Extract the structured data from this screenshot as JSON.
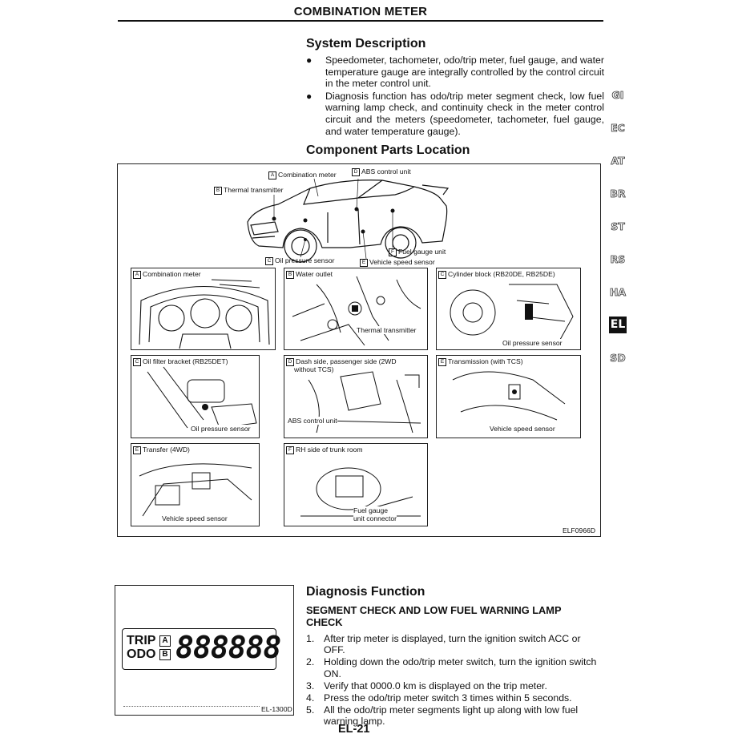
{
  "header": {
    "title": "COMBINATION METER"
  },
  "system_description": {
    "heading": "System Description",
    "bullets": [
      "Speedometer, tachometer, odo/trip meter, fuel gauge, and water temperature gauge are integrally controlled by the control circuit in the meter control unit.",
      "Diagnosis function has odo/trip meter segment check, low fuel warning lamp check, and continuity check in the meter control circuit and the meters (speedometer, tachometer, fuel gauge, and water temperature gauge)."
    ]
  },
  "side_tabs": [
    "GI",
    "EC",
    "AT",
    "BR",
    "ST",
    "RS",
    "HA",
    "EL",
    "SD"
  ],
  "active_tab": "EL",
  "component_parts": {
    "heading": "Component Parts Location",
    "figure_code": "ELF0966D",
    "car_labels": {
      "a": {
        "letter": "A",
        "text": "Combination meter"
      },
      "d": {
        "letter": "D",
        "text": "ABS control unit"
      },
      "b": {
        "letter": "B",
        "text": "Thermal transmitter"
      },
      "f": {
        "letter": "F",
        "text": "Fuel gauge unit"
      },
      "c": {
        "letter": "C",
        "text": "Oil pressure sensor"
      },
      "e": {
        "letter": "E",
        "text": "Vehicle speed sensor"
      }
    },
    "panels": {
      "p1": {
        "letter": "A",
        "title": "Combination meter"
      },
      "p2": {
        "letter": "B",
        "title": "Water outlet",
        "callout": "Thermal transmitter"
      },
      "p3": {
        "letter": "C",
        "title": "Cylinder block (RB20DE, RB25DE)",
        "callout": "Oil pressure sensor"
      },
      "p4": {
        "letter": "C",
        "title": "Oil filter bracket (RB25DET)",
        "callout": "Oil pressure sensor"
      },
      "p5": {
        "letter": "D",
        "title": "Dash side, passenger side (2WD",
        "title2": "without TCS)",
        "callout": "ABS control unit"
      },
      "p6": {
        "letter": "E",
        "title": "Transmission (with TCS)",
        "callout": "Vehicle speed sensor"
      },
      "p7": {
        "letter": "E",
        "title": "Transfer (4WD)",
        "callout": "Vehicle speed sensor"
      },
      "p8": {
        "letter": "F",
        "title": "RH side of trunk room",
        "callout": "Fuel gauge",
        "callout2": "unit connector"
      }
    }
  },
  "odo_figure": {
    "trip": "TRIP",
    "odo": "ODO",
    "a": "A",
    "b": "B",
    "digits": "888888",
    "code": "EL-1300D"
  },
  "diagnosis": {
    "heading": "Diagnosis Function",
    "subheading_line1": "SEGMENT CHECK AND LOW FUEL WARNING LAMP",
    "subheading_line2": "CHECK",
    "steps": [
      {
        "num": "1.",
        "text": "After trip meter is displayed, turn the ignition switch ACC or OFF."
      },
      {
        "num": "2.",
        "text": "Holding down the odo/trip meter switch, turn the ignition switch ON."
      },
      {
        "num": "3.",
        "text": "Verify that 0000.0 km is displayed on the trip meter."
      },
      {
        "num": "4.",
        "text": "Press the odo/trip meter switch 3 times within 5 seconds."
      },
      {
        "num": "5.",
        "text": "All the odo/trip meter segments light up along with low fuel warning lamp."
      }
    ]
  },
  "page_number": "EL-21"
}
